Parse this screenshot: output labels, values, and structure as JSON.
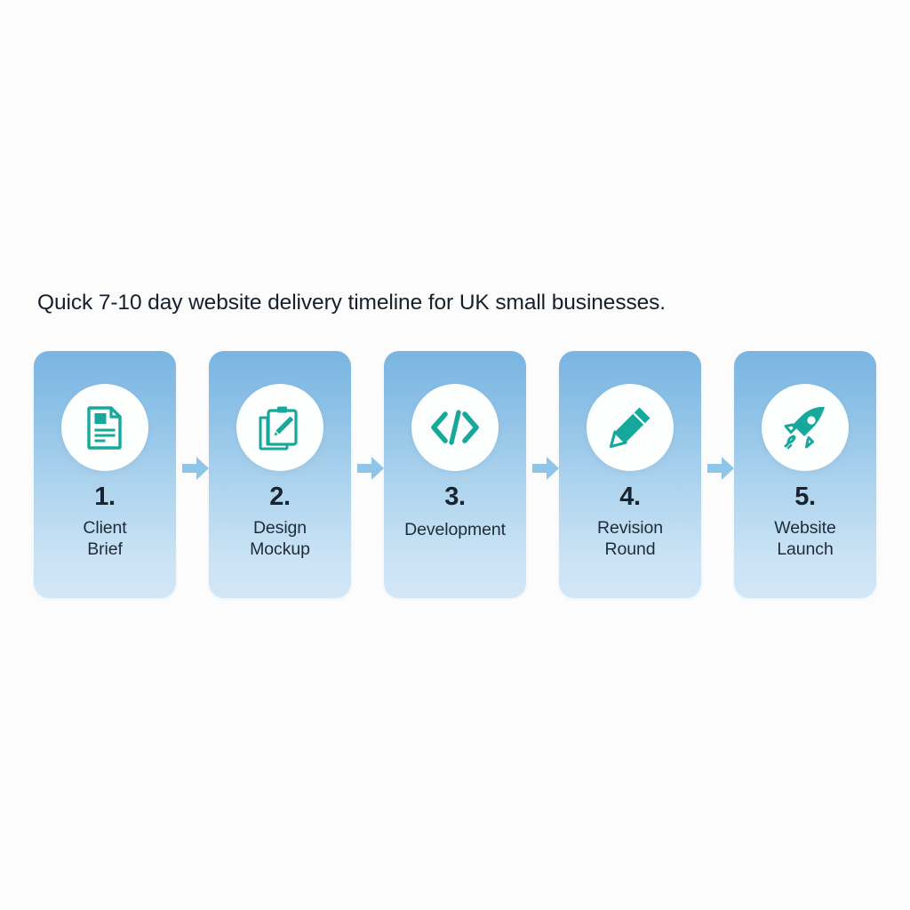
{
  "headline": "Quick 7-10 day website delivery timeline for UK small businesses.",
  "colors": {
    "background": "#fcfcfd",
    "card_top": "#79b5e2",
    "card_bottom": "#d2e7f6",
    "icon_teal": "#17a89c",
    "arrow_blue": "#8ec5e8",
    "number_text": "#18232e",
    "label_text": "#1f2c38",
    "bubble": "#fdfefe"
  },
  "steps": [
    {
      "number": "1.",
      "label": "Client\nBrief",
      "label_line1": "Client",
      "label_line2": "Brief",
      "icon": "document-icon"
    },
    {
      "number": "2.",
      "label": "Design\nMockup",
      "label_line1": "Design",
      "label_line2": "Mockup",
      "icon": "clipboard-pencil-icon"
    },
    {
      "number": "3.",
      "label": "Development",
      "label_line1": "Development",
      "label_line2": "",
      "icon": "code-brackets-icon"
    },
    {
      "number": "4.",
      "label": "Revision\nRound",
      "label_line1": "Revision",
      "label_line2": "Round",
      "icon": "pencil-icon"
    },
    {
      "number": "5.",
      "label": "Website\nLaunch",
      "label_line1": "Website",
      "label_line2": "Launch",
      "icon": "rocket-icon"
    }
  ],
  "arrows": [
    {
      "name": "arrow-1-to-2",
      "icon": "arrow-right-icon"
    },
    {
      "name": "arrow-2-to-3",
      "icon": "arrow-right-icon"
    },
    {
      "name": "arrow-3-to-4",
      "icon": "arrow-right-icon"
    },
    {
      "name": "arrow-4-to-5",
      "icon": "arrow-right-icon"
    }
  ]
}
